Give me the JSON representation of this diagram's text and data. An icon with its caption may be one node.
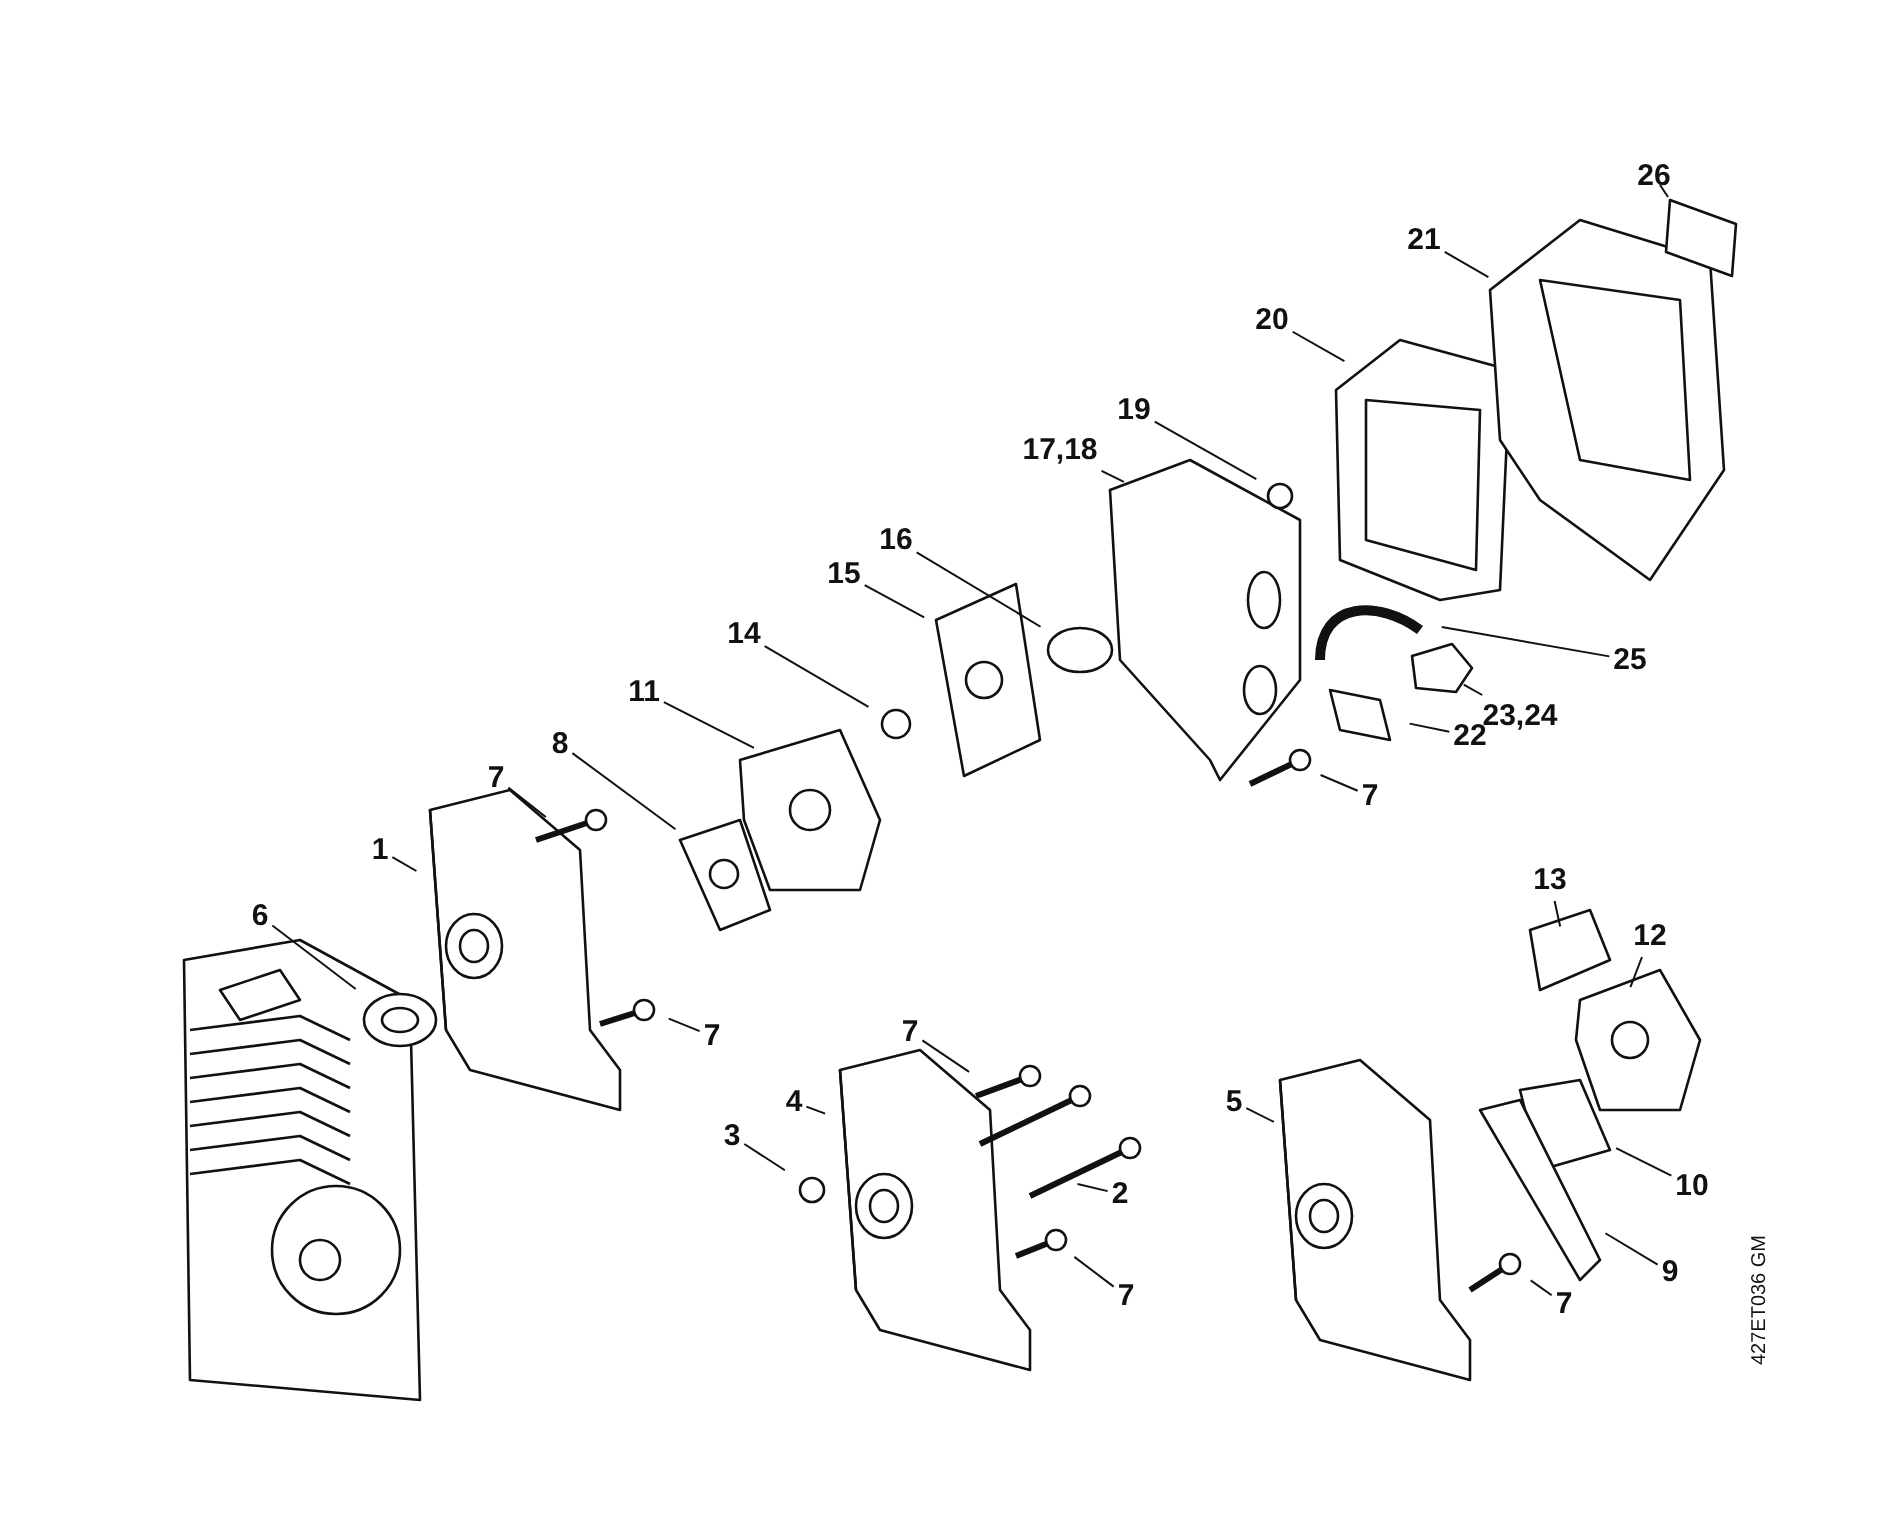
{
  "diagram": {
    "nodes": [
      {
        "text": [
          "26"
        ]
      },
      {
        "text": [
          "21"
        ]
      },
      {
        "text": [
          "20"
        ]
      },
      {
        "text": [
          "19"
        ]
      },
      {
        "text": [
          "17,18"
        ]
      },
      {
        "text": [
          "16"
        ]
      },
      {
        "text": [
          "15"
        ]
      },
      {
        "text": [
          "14"
        ]
      },
      {
        "text": [
          "11"
        ]
      },
      {
        "text": [
          "25"
        ]
      },
      {
        "text": [
          "23,24"
        ]
      },
      {
        "text": [
          "22"
        ]
      },
      {
        "text": [
          "8"
        ]
      },
      {
        "text": [
          "7"
        ]
      },
      {
        "text": [
          "7"
        ]
      },
      {
        "text": [
          "1"
        ]
      },
      {
        "text": [
          "13"
        ]
      },
      {
        "text": [
          "6"
        ]
      },
      {
        "text": [
          "12"
        ]
      },
      {
        "text": [
          "7"
        ]
      },
      {
        "text": [
          "7"
        ]
      },
      {
        "text": [
          "4"
        ]
      },
      {
        "text": [
          "5"
        ]
      },
      {
        "text": [
          "3"
        ]
      },
      {
        "text": [
          "10"
        ]
      },
      {
        "text": [
          "2"
        ]
      },
      {
        "text": [
          "9"
        ]
      },
      {
        "text": [
          "7"
        ]
      },
      {
        "text": [
          "7"
        ]
      }
    ],
    "edges": [
      {
        "from": 0,
        "to": null,
        "arrow": "none"
      },
      {
        "from": 1,
        "to": null,
        "arrow": "none"
      },
      {
        "from": 2,
        "to": null,
        "arrow": "none"
      },
      {
        "from": 3,
        "to": null,
        "arrow": "none"
      },
      {
        "from": 4,
        "to": null,
        "arrow": "none"
      },
      {
        "from": 5,
        "to": null,
        "arrow": "none"
      },
      {
        "from": 6,
        "to": null,
        "arrow": "none"
      },
      {
        "from": 7,
        "to": null,
        "arrow": "none"
      },
      {
        "from": 8,
        "to": null,
        "arrow": "none"
      },
      {
        "from": 9,
        "to": null,
        "arrow": "none"
      },
      {
        "from": 10,
        "to": null,
        "arrow": "none"
      },
      {
        "from": 11,
        "to": null,
        "arrow": "none"
      },
      {
        "from": 12,
        "to": null,
        "arrow": "none"
      },
      {
        "from": 13,
        "to": null,
        "arrow": "none"
      },
      {
        "from": 14,
        "to": null,
        "arrow": "none"
      },
      {
        "from": 15,
        "to": null,
        "arrow": "none"
      },
      {
        "from": 16,
        "to": null,
        "arrow": "none"
      },
      {
        "from": 17,
        "to": null,
        "arrow": "none"
      },
      {
        "from": 18,
        "to": null,
        "arrow": "none"
      },
      {
        "from": 19,
        "to": null,
        "arrow": "none"
      },
      {
        "from": 20,
        "to": null,
        "arrow": "none"
      },
      {
        "from": 21,
        "to": null,
        "arrow": "none"
      },
      {
        "from": 22,
        "to": null,
        "arrow": "none"
      },
      {
        "from": 23,
        "to": null,
        "arrow": "none"
      },
      {
        "from": 24,
        "to": null,
        "arrow": "none"
      },
      {
        "from": 25,
        "to": null,
        "arrow": "none"
      },
      {
        "from": 26,
        "to": null,
        "arrow": "none"
      },
      {
        "from": 27,
        "to": null,
        "arrow": "none"
      },
      {
        "from": 28,
        "to": null,
        "arrow": "none"
      }
    ],
    "labels": [
      "427ET036 GM"
    ]
  }
}
